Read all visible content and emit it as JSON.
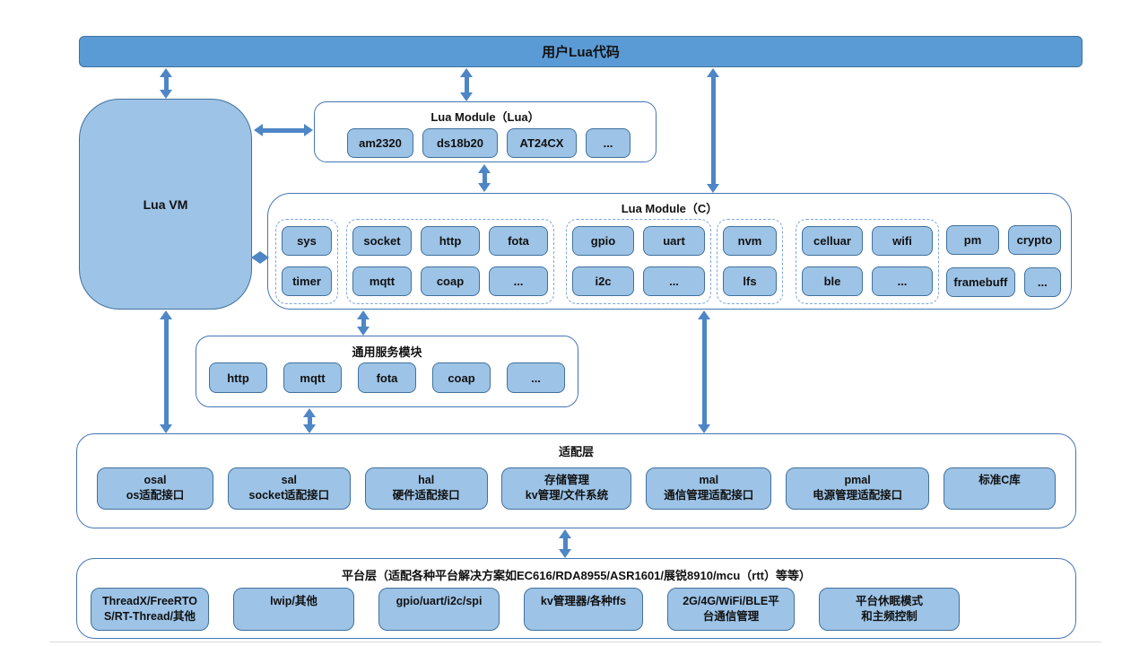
{
  "colors": {
    "bar-fill": "#5B9BD5",
    "bar-border": "#41719C",
    "chip-fill": "#9DC3E6",
    "chip-border": "#41719C",
    "panel-border": "#4576B5",
    "dash-border": "#7EA6DC",
    "arrow": "#4E86C6",
    "text": "#111111"
  },
  "top_bar": {
    "label": "用户Lua代码"
  },
  "lua_vm": {
    "label": "Lua VM"
  },
  "lua_module_lua": {
    "title": "Lua Module（Lua）",
    "chips": [
      "am2320",
      "ds18b20",
      "AT24CX",
      "..."
    ]
  },
  "lua_module_c": {
    "title": "Lua Module（C）",
    "groups": [
      {
        "dashed": true,
        "rows": [
          [
            "sys"
          ],
          [
            "timer"
          ]
        ]
      },
      {
        "dashed": true,
        "rows": [
          [
            "socket",
            "http",
            "fota"
          ],
          [
            "mqtt",
            "coap",
            "..."
          ]
        ]
      },
      {
        "dashed": true,
        "rows": [
          [
            "gpio",
            "uart"
          ],
          [
            "i2c",
            "..."
          ]
        ]
      },
      {
        "dashed": true,
        "rows": [
          [
            "nvm"
          ],
          [
            "lfs"
          ]
        ]
      },
      {
        "dashed": true,
        "rows": [
          [
            "celluar",
            "wifi"
          ],
          [
            "ble",
            "..."
          ]
        ]
      },
      {
        "dashed": false,
        "rows": [
          [
            "pm",
            "crypto"
          ],
          [
            "framebuff",
            "..."
          ]
        ]
      }
    ]
  },
  "services": {
    "title": "通用服务模块",
    "chips": [
      "http",
      "mqtt",
      "fota",
      "coap",
      "..."
    ]
  },
  "adaptation": {
    "title": "适配层",
    "items": [
      {
        "line1": "osal",
        "line2": "os适配接口"
      },
      {
        "line1": "sal",
        "line2": "socket适配接口"
      },
      {
        "line1": "hal",
        "line2": "硬件适配接口"
      },
      {
        "line1": "存储管理",
        "line2": "kv管理/文件系统"
      },
      {
        "line1": "mal",
        "line2": "通信管理适配接口"
      },
      {
        "line1": "pmal",
        "line2": "电源管理适配接口"
      },
      {
        "line1": "标准C库"
      }
    ]
  },
  "platform": {
    "title": "平台层（适配各种平台解决方案如EC616/RDA8955/ASR1601/展锐8910/mcu（rtt）等等）",
    "items": [
      {
        "line1": "ThreadX/FreeRTO",
        "line2": "S/RT-Thread/其他"
      },
      {
        "line1": "lwip/其他"
      },
      {
        "line1": "gpio/uart/i2c/spi"
      },
      {
        "line1": "kv管理器/各种ffs"
      },
      {
        "line1": "2G/4G/WiFi/BLE平",
        "line2": "台通信管理"
      },
      {
        "line1": "平台休眠模式",
        "line2": "和主频控制"
      }
    ]
  }
}
